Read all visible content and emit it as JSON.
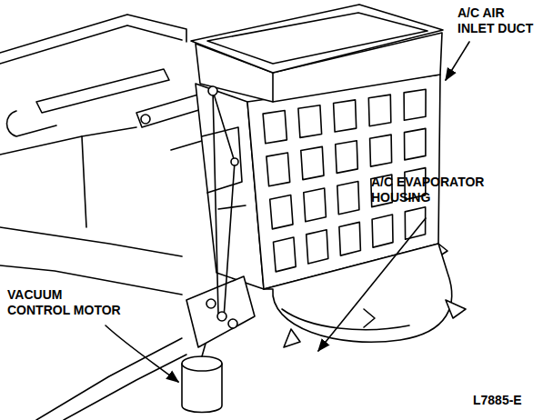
{
  "diagram": {
    "labels": [
      "A/C AIR INLET DUCT",
      "A/C EVAPORATOR HOUSING",
      "VACUUM CONTROL MOTOR",
      "L7885-E"
    ]
  }
}
